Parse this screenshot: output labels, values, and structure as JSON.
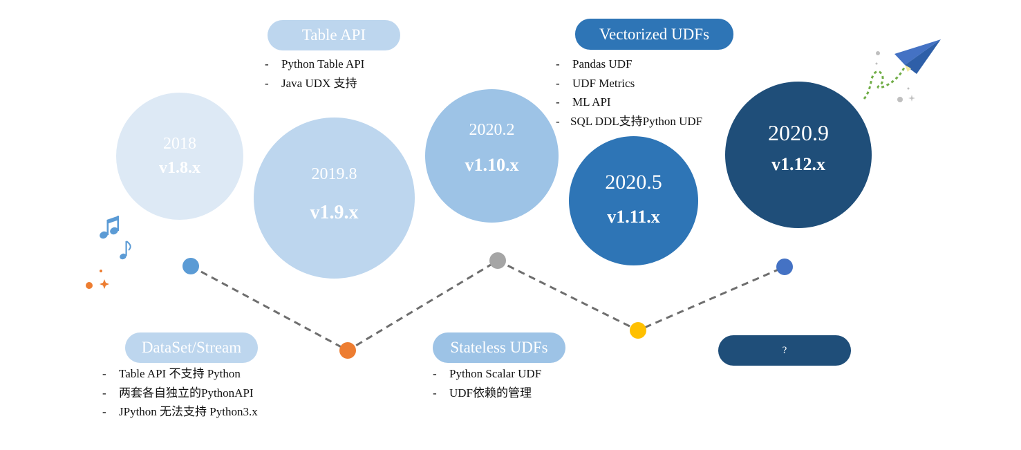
{
  "colors": {
    "c2018": "#dde9f5",
    "c2019_8": "#bdd6ee",
    "c2020_2": "#9dc3e6",
    "c2020_5": "#2e75b6",
    "c2020_9": "#1f4e79",
    "pill_light": "#bdd6ee",
    "pill_mid": "#9dc3e6",
    "pill_blue": "#2e75b6",
    "pill_dark": "#1f4e79",
    "dot_blue": "#5b9bd5",
    "dot_orange": "#ed7d31",
    "dot_gray": "#a5a5a5",
    "dot_yellow": "#ffc000",
    "dot_royal": "#4472c4",
    "dash_line": "#6e6e6e"
  },
  "releases": [
    {
      "year": "2018",
      "version": "v1.8.x"
    },
    {
      "year": "2019.8",
      "version": "v1.9.x"
    },
    {
      "year": "2020.2",
      "version": "v1.10.x"
    },
    {
      "year": "2020.5",
      "version": "v1.11.x"
    },
    {
      "year": "2020.9",
      "version": "v1.12.x"
    }
  ],
  "features": {
    "table_api": {
      "title": "Table API",
      "items": [
        "Python Table API",
        "Java UDX 支持"
      ]
    },
    "vectorized_udfs": {
      "title": "Vectorized UDFs",
      "items": [
        "Pandas UDF",
        "UDF Metrics",
        "ML API",
        "SQL DDL支持Python UDF"
      ]
    },
    "dataset_stream": {
      "title": "DataSet/Stream",
      "items": [
        "Table API 不支持 Python",
        "两套各自独立的PythonAPI",
        "JPython 无法支持 Python3.x"
      ]
    },
    "stateless_udfs": {
      "title": "Stateless UDFs",
      "items": [
        "Python Scalar UDF",
        "UDF依赖的管理"
      ]
    },
    "future": {
      "title": "?"
    }
  },
  "list_marker": "-",
  "icons": {
    "music_notes": "music-notes-icon",
    "sparkle": "sparkle-icon",
    "paper_plane": "paper-plane-icon"
  }
}
